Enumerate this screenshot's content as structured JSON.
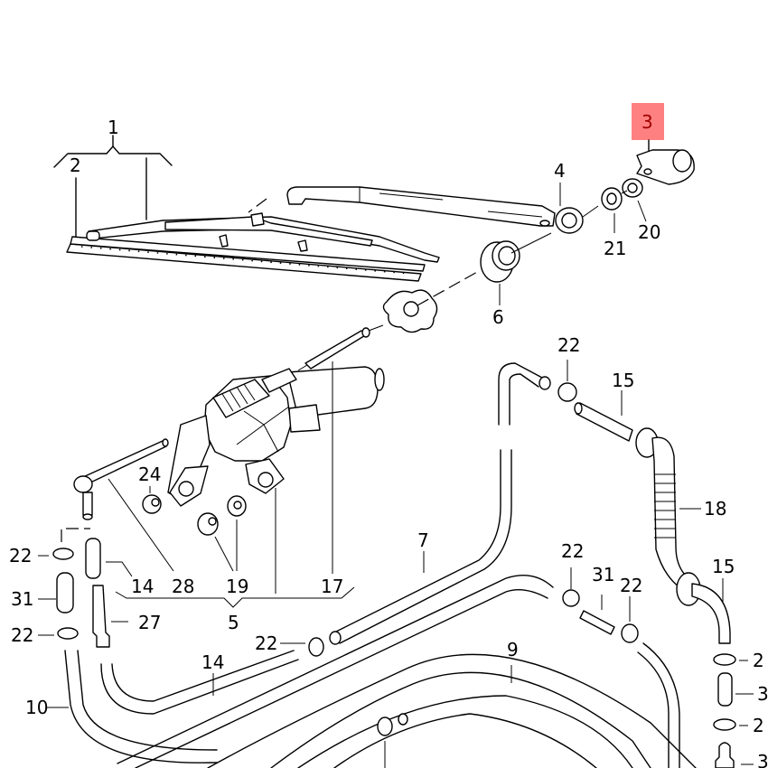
{
  "diagram": {
    "title": "Rear window wiper and washer system – exploded parts view",
    "highlight_color": "#ff8080",
    "selected_part": "3",
    "callouts": [
      {
        "id": "c1",
        "text": "1"
      },
      {
        "id": "c2",
        "text": "2"
      },
      {
        "id": "c3",
        "text": "3"
      },
      {
        "id": "c4",
        "text": "4"
      },
      {
        "id": "c20",
        "text": "20"
      },
      {
        "id": "c21",
        "text": "21"
      },
      {
        "id": "c6",
        "text": "6"
      },
      {
        "id": "c22a",
        "text": "22"
      },
      {
        "id": "c15a",
        "text": "15"
      },
      {
        "id": "c18",
        "text": "18"
      },
      {
        "id": "c15b",
        "text": "15"
      },
      {
        "id": "c24",
        "text": "24"
      },
      {
        "id": "c22b",
        "text": "22"
      },
      {
        "id": "c31a",
        "text": "31"
      },
      {
        "id": "c22c",
        "text": "22"
      },
      {
        "id": "c14a",
        "text": "14"
      },
      {
        "id": "c28",
        "text": "28"
      },
      {
        "id": "c19",
        "text": "19"
      },
      {
        "id": "c17",
        "text": "17"
      },
      {
        "id": "c5",
        "text": "5"
      },
      {
        "id": "c27",
        "text": "27"
      },
      {
        "id": "c7",
        "text": "7"
      },
      {
        "id": "c22d",
        "text": "22"
      },
      {
        "id": "c31b",
        "text": "31"
      },
      {
        "id": "c22e",
        "text": "22"
      },
      {
        "id": "c22f",
        "text": "22"
      },
      {
        "id": "c14b",
        "text": "14"
      },
      {
        "id": "c9",
        "text": "9"
      },
      {
        "id": "c10",
        "text": "10"
      },
      {
        "id": "c22g",
        "text": "2"
      },
      {
        "id": "c31c",
        "text": "3"
      },
      {
        "id": "c22h",
        "text": "2"
      },
      {
        "id": "c30",
        "text": "3"
      }
    ]
  }
}
